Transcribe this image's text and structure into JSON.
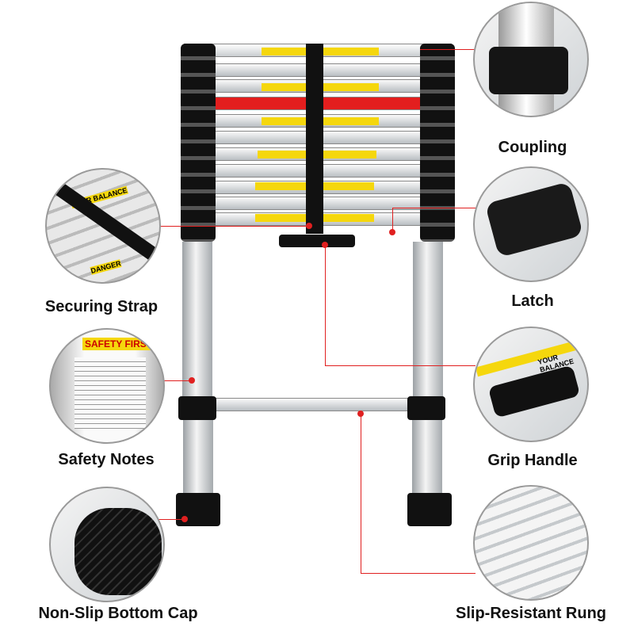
{
  "labels": {
    "coupling": "Coupling",
    "latch": "Latch",
    "grip_handle": "Grip Handle",
    "slip_resistant_rung": "Slip-Resistant Rung",
    "securing_strap": "Securing Strap",
    "safety_notes": "Safety Notes",
    "non_slip_bottom_cap": "Non-Slip Bottom Cap"
  },
  "detail_text": {
    "safety_first": "SAFETY FIRST",
    "your_balance": "YOUR BALANCE",
    "danger": "DANGER"
  },
  "colors": {
    "accent": "#e02020",
    "warning": "#f5d70d"
  }
}
